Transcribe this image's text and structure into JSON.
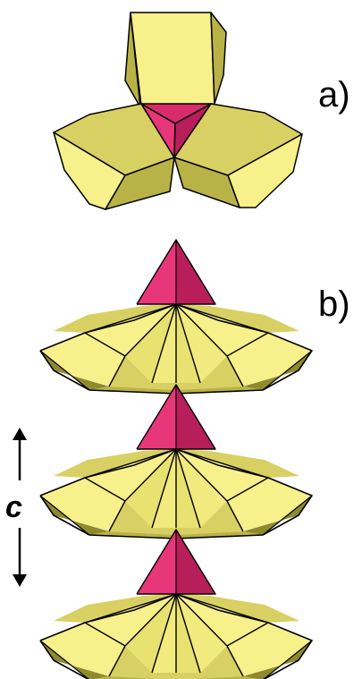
{
  "labels": {
    "panel_a": "a)",
    "panel_b": "b)",
    "axis": "c"
  },
  "colors": {
    "yellow_light": "#f7f08b",
    "yellow_mid": "#e9e170",
    "yellow_dark": "#b9b347",
    "yellow_shadow": "#8f8a2e",
    "magenta_light": "#e8367a",
    "magenta_dark": "#b81e5a",
    "outline": "#000000"
  }
}
